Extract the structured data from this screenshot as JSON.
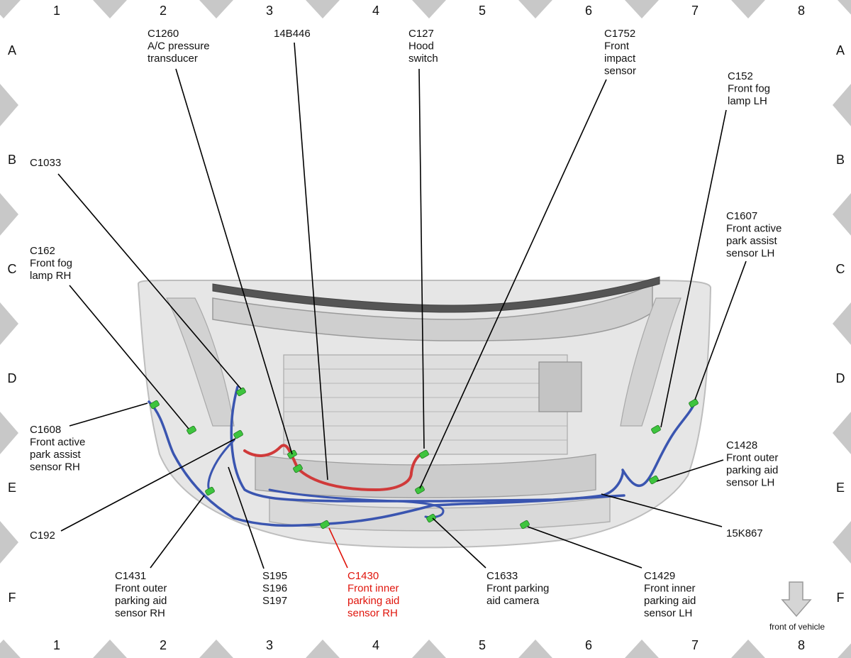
{
  "grid": {
    "columns": [
      "1",
      "2",
      "3",
      "4",
      "5",
      "6",
      "7",
      "8"
    ],
    "rows": [
      "A",
      "B",
      "C",
      "D",
      "E",
      "F"
    ]
  },
  "callouts": {
    "c1260": [
      "C1260",
      "A/C pressure",
      "transducer"
    ],
    "b14446": [
      "14B446"
    ],
    "c127": [
      "C127",
      "Hood",
      "switch"
    ],
    "c1752": [
      "C1752",
      "Front",
      "impact",
      "sensor"
    ],
    "c152": [
      "C152",
      "Front fog",
      "lamp LH"
    ],
    "c1033": [
      "C1033"
    ],
    "c162": [
      "C162",
      "Front fog",
      "lamp RH"
    ],
    "c1607": [
      "C1607",
      "Front active",
      "park assist",
      "sensor LH"
    ],
    "c1608": [
      "C1608",
      "Front active",
      "park assist",
      "sensor RH"
    ],
    "c1428": [
      "C1428",
      "Front outer",
      "parking aid",
      "sensor LH"
    ],
    "c192": [
      "C192"
    ],
    "k15867": [
      "15K867"
    ],
    "c1431": [
      "C1431",
      "Front outer",
      "parking aid",
      "sensor RH"
    ],
    "s195": [
      "S195",
      "S196",
      "S197"
    ],
    "c1430": [
      "C1430",
      "Front inner",
      "parking aid",
      "sensor RH"
    ],
    "c1633": [
      "C1633",
      "Front parking",
      "aid camera"
    ],
    "c1429": [
      "C1429",
      "Front inner",
      "parking aid",
      "sensor LH"
    ]
  },
  "orientation_note": "front of vehicle",
  "colors": {
    "highlight": "#e0150c",
    "harness_main": "#3a55b0",
    "harness_highlight": "#d03a3a",
    "connector": "#3ec43e",
    "body_fill": "#e6e6e6",
    "frame_marker": "#c8c8c8"
  }
}
